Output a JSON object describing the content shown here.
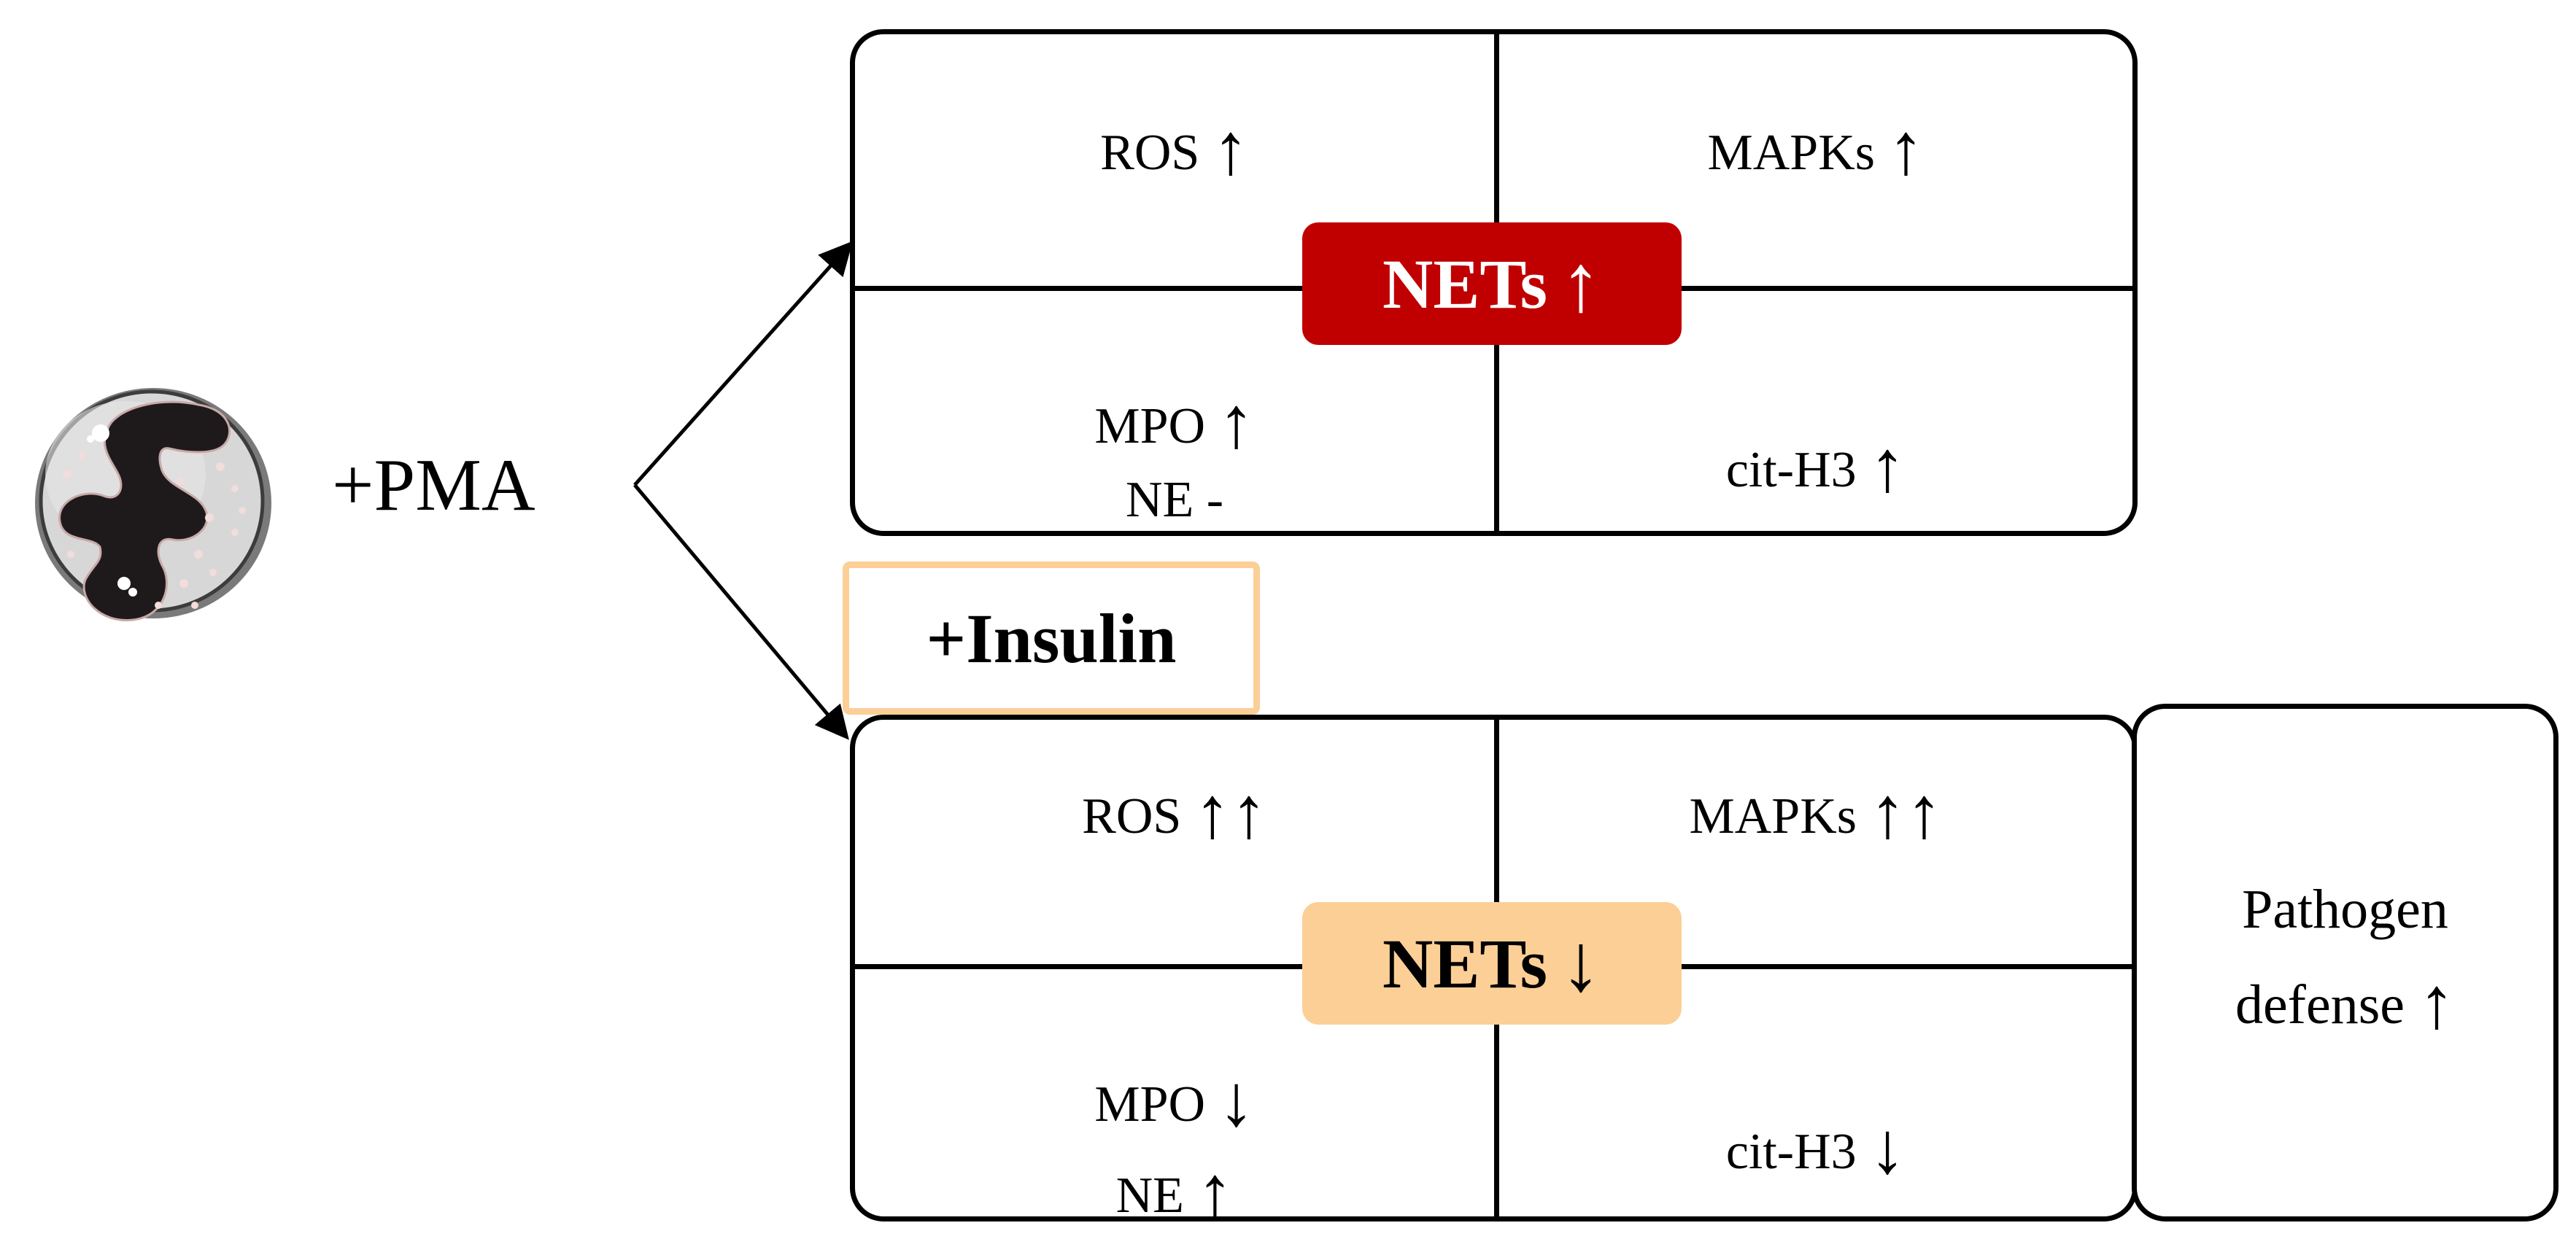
{
  "stimulus": {
    "label": "+PMA"
  },
  "treatment": {
    "label": "+Insulin"
  },
  "top_panel": {
    "center_badge": {
      "label": "NETs",
      "arrow": "↑"
    },
    "cells": [
      {
        "label": "ROS",
        "arrow": "↑"
      },
      {
        "label": "MAPKs",
        "arrow": "↑"
      },
      {
        "label": "MPO",
        "arrow": "↑",
        "sub_label": "NE",
        "sub_arrow": "-"
      },
      {
        "label": "cit-H3",
        "arrow": "↑"
      }
    ]
  },
  "bottom_panel": {
    "center_badge": {
      "label": "NETs",
      "arrow": "↓"
    },
    "cells": [
      {
        "label": "ROS",
        "arrow": "↑↑"
      },
      {
        "label": "MAPKs",
        "arrow": "↑↑"
      },
      {
        "label": "MPO",
        "arrow": "↓",
        "sub_label": "NE",
        "sub_arrow": "↑"
      },
      {
        "label": "cit-H3",
        "arrow": "↓"
      }
    ]
  },
  "outcome": {
    "line1": "Pathogen",
    "line2": "defense",
    "arrow": "↑"
  },
  "colors": {
    "nets_up_fill": "#c00000",
    "nets_down_fill": "#fbcf96",
    "insulin_border": "#fbcf96",
    "cell_body": "#d7d7d7",
    "nucleus": "#1e1a1b",
    "granule": "#f2dcdc"
  },
  "icons": {
    "cell": "neutrophil-cell-icon"
  }
}
